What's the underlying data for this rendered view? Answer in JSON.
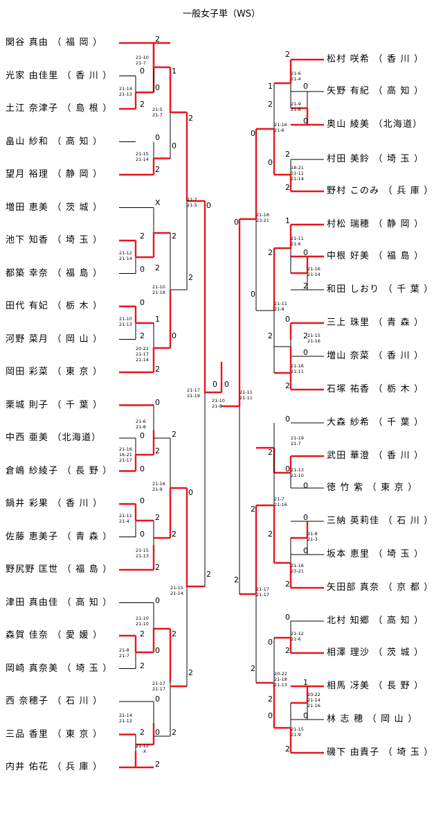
{
  "title": "一般女子単（WS）",
  "left_players": [
    {
      "name": "関谷 真由",
      "pref": "（ 福 岡 ）"
    },
    {
      "name": "光家 由佳里",
      "pref": "（ 香 川 ）"
    },
    {
      "name": "土江 奈津子",
      "pref": "（ 島 根 ）"
    },
    {
      "name": "畠山 紗和",
      "pref": "（ 高 知 ）"
    },
    {
      "name": "望月 裕理",
      "pref": "（ 静 岡 ）"
    },
    {
      "name": "増田 恵美",
      "pref": "（ 茨 城 ）"
    },
    {
      "name": "池下 知香",
      "pref": "（ 埼 玉 ）"
    },
    {
      "name": "都築 幸奈",
      "pref": "（ 福 島 ）"
    },
    {
      "name": "田代 有妃",
      "pref": "（ 栃 木 ）"
    },
    {
      "name": "河野 菜月",
      "pref": "（ 岡 山 ）"
    },
    {
      "name": "岡田 彩菜",
      "pref": "（ 東 京 ）"
    },
    {
      "name": "栗城 則子",
      "pref": "（ 千 葉 ）"
    },
    {
      "name": "中西 亜美",
      "pref": "（北海道）"
    },
    {
      "name": "倉嶋 紗綾子",
      "pref": "（ 長 野 ）"
    },
    {
      "name": "鍋井 彩果",
      "pref": "（ 香 川 ）"
    },
    {
      "name": "佐藤 恵美子",
      "pref": "（ 青 森 ）"
    },
    {
      "name": "野尻野 匡世",
      "pref": "（ 福 島 ）"
    },
    {
      "name": "津田 真由佳",
      "pref": "（ 高 知 ）"
    },
    {
      "name": "森賀 佳奈",
      "pref": "（ 愛 媛 ）"
    },
    {
      "name": "岡崎 真奈美",
      "pref": "（ 埼 玉 ）"
    },
    {
      "name": "西 奈穂子",
      "pref": "（ 石 川 ）"
    },
    {
      "name": "三品 香里",
      "pref": "（ 東 京 ）"
    },
    {
      "name": "内井 佑花",
      "pref": "（ 兵 庫 ）"
    }
  ],
  "right_players": [
    {
      "name": "松村 咲希",
      "pref": "（ 香 川 ）"
    },
    {
      "name": "矢野 有紀",
      "pref": "（ 高 知 ）"
    },
    {
      "name": "奥山 綾美",
      "pref": "（北海道）"
    },
    {
      "name": "村田 美鈴",
      "pref": "（ 埼 玉 ）"
    },
    {
      "name": "野村 このみ",
      "pref": "（ 兵 庫 ）"
    },
    {
      "name": "村松 瑞穂",
      "pref": "（ 静 岡 ）"
    },
    {
      "name": "中根 好美",
      "pref": "（ 福 島 ）"
    },
    {
      "name": "和田 しおり",
      "pref": "（ 千 葉 ）"
    },
    {
      "name": "三上 珠里",
      "pref": "（ 青 森 ）"
    },
    {
      "name": "増山 奈菜",
      "pref": "（ 香 川 ）"
    },
    {
      "name": "石塚 祐香",
      "pref": "（ 栃 木 ）"
    },
    {
      "name": "大森 紗希",
      "pref": "（ 千 葉 ）"
    },
    {
      "name": "武田 華澄",
      "pref": "（ 香 川 ）"
    },
    {
      "name": "徳 竹 紫",
      "pref": "（ 東 京 ）"
    },
    {
      "name": "三納 英莉佳",
      "pref": "（ 石 川 ）"
    },
    {
      "name": "坂本 恵里",
      "pref": "（ 埼 玉 ）"
    },
    {
      "name": "矢田部 真奈",
      "pref": "（ 京 都 ）"
    },
    {
      "name": "北村 知郷",
      "pref": "（ 高 知 ）"
    },
    {
      "name": "相澤 理沙",
      "pref": "（ 茨 城 ）"
    },
    {
      "name": "相馬 冴美",
      "pref": "（ 長 野 ）"
    },
    {
      "name": "林 志 穂",
      "pref": "（ 岡 山 ）"
    },
    {
      "name": "磯下 由貴子",
      "pref": "（ 埼 玉 ）"
    }
  ],
  "score_labels": [
    "2",
    "0",
    "0",
    "2",
    "0",
    "2",
    "X",
    "2",
    "2",
    "0",
    "2",
    "1",
    "0",
    "2",
    "2",
    "0",
    "1",
    "2",
    "0",
    "2",
    "0",
    "2",
    "0",
    "0",
    "2",
    "0",
    "2",
    "0",
    "2",
    "0",
    "2",
    "2",
    "0",
    "2",
    "0",
    "2",
    "0",
    "2",
    "2",
    "0",
    "2",
    "0",
    "2",
    "2",
    "0",
    "0",
    "2",
    "1",
    "0",
    "2",
    "0",
    "0",
    "2",
    "0",
    "2",
    "0",
    "1",
    "2",
    "0",
    "2",
    "0",
    "0",
    "2",
    "2",
    "0",
    "2",
    "0",
    "2",
    "0",
    "0",
    "2",
    "0",
    "2",
    "0",
    "2",
    "2",
    "0",
    "0",
    "2",
    "1",
    "2",
    "0",
    "2",
    "0",
    "2",
    "0",
    "2",
    "0",
    "0",
    "2",
    "2",
    "0",
    "2",
    "0",
    "2",
    "0",
    "2",
    "2",
    "0",
    "2",
    "0",
    "0",
    "2",
    "0",
    "2",
    "2",
    "0",
    "0",
    "2",
    "0",
    "2",
    "1",
    "2",
    "0",
    "2",
    "2",
    "0",
    "2",
    "0",
    "2",
    "0",
    "2",
    "0",
    "1",
    "2",
    "0",
    "2",
    "0",
    "2",
    "0",
    "2",
    "2",
    "0"
  ],
  "game_scores": [
    "21-10",
    "21-7",
    "21-14",
    "21-13",
    "21-5",
    "21-7",
    "21-15",
    "21-14",
    "21-7",
    "21-5",
    "21-12",
    "21-14",
    "21-10",
    "21-18",
    "21-10",
    "21-13",
    "20-22",
    "21-17",
    "21-14",
    "21-17",
    "21-19",
    "21-6",
    "21-8",
    "21-16",
    "16-21",
    "21-17",
    "21-16",
    "21-9",
    "21-11",
    "21-4",
    "21-15",
    "21-13",
    "21-15",
    "21-14",
    "21-10",
    "21-10",
    "21-8",
    "21-7",
    "21-17",
    "21-17",
    "21-14",
    "21-12",
    "21-12",
    "-X",
    "21-10",
    "21-8",
    "21-6",
    "21-4",
    "21-9",
    "21-8",
    "21-16",
    "21-6",
    "18-21",
    "21-11",
    "21-14",
    "21-18",
    "23-21",
    "21-11",
    "21-6",
    "21-16",
    "21-14",
    "21-11",
    "21-8",
    "21-15",
    "21-16",
    "21-16",
    "21-11",
    "21-11",
    "21-11",
    "21-19",
    "21-7",
    "21-13",
    "21-10",
    "21-7",
    "21-16",
    "21-8",
    "21-3",
    "21-16",
    "23-21",
    "21-17",
    "21-17",
    "21-12",
    "21-6",
    "20-22",
    "21-18",
    "21-13",
    "20-22",
    "21-14",
    "21-16",
    "21-15",
    "21-9"
  ],
  "colors": {
    "win_line": "#e8141c",
    "line": "#000000"
  }
}
